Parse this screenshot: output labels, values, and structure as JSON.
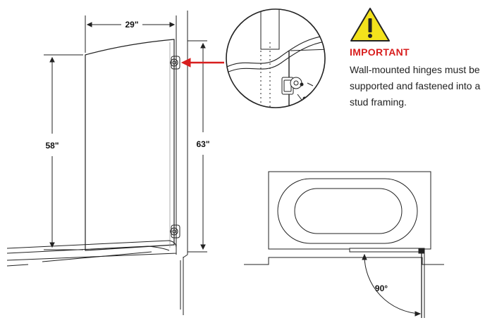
{
  "dimensions": {
    "panel_width": "29\"",
    "panel_height": "58\"",
    "wall_height": "63\"",
    "swing_angle": "90°"
  },
  "notice": {
    "title": "IMPORTANT",
    "text": "Wall-mounted hinges must be supported and fastened into a stud framing.",
    "icon": "warning-triangle-icon",
    "accent_color": "#d81e1e",
    "warning_color": "#f3e21c"
  }
}
